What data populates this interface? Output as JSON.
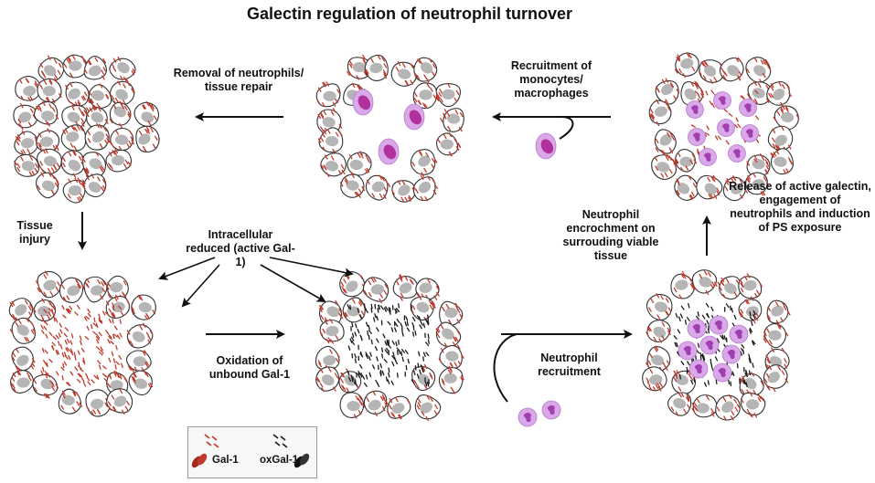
{
  "title": "Galectin regulation of neutrophil turnover",
  "labels": {
    "removal": "Removal of neutrophils/ tissue repair",
    "recruitment_mono": "Recruitment of monocytes/ macrophages",
    "tissue_injury": "Tissue injury",
    "intracellular": "Intracellular reduced (active Gal-1)",
    "oxidation": "Oxidation of unbound Gal-1",
    "neutrophil_encroachment": "Neutrophil encrochment on surrouding viable tissue",
    "release": "Release of active galectin, engagement of neutrophils and induction of PS exposure",
    "neutrophil_recruitment": "Neutrophil recruitment"
  },
  "legend": {
    "gal1": "Gal-1",
    "oxgal1": "oxGal-1"
  },
  "colors": {
    "gal1": "#c0392b",
    "oxgal1": "#1a1a1a",
    "nucleus": "#b5b5b5",
    "cell_outline": "#333333",
    "neutrophil_outer": "#d9a8e8",
    "neutrophil_inner": "#a23fb0",
    "macrophage_outer": "#d9a8e8",
    "macrophage_inner": "#b0309c"
  }
}
